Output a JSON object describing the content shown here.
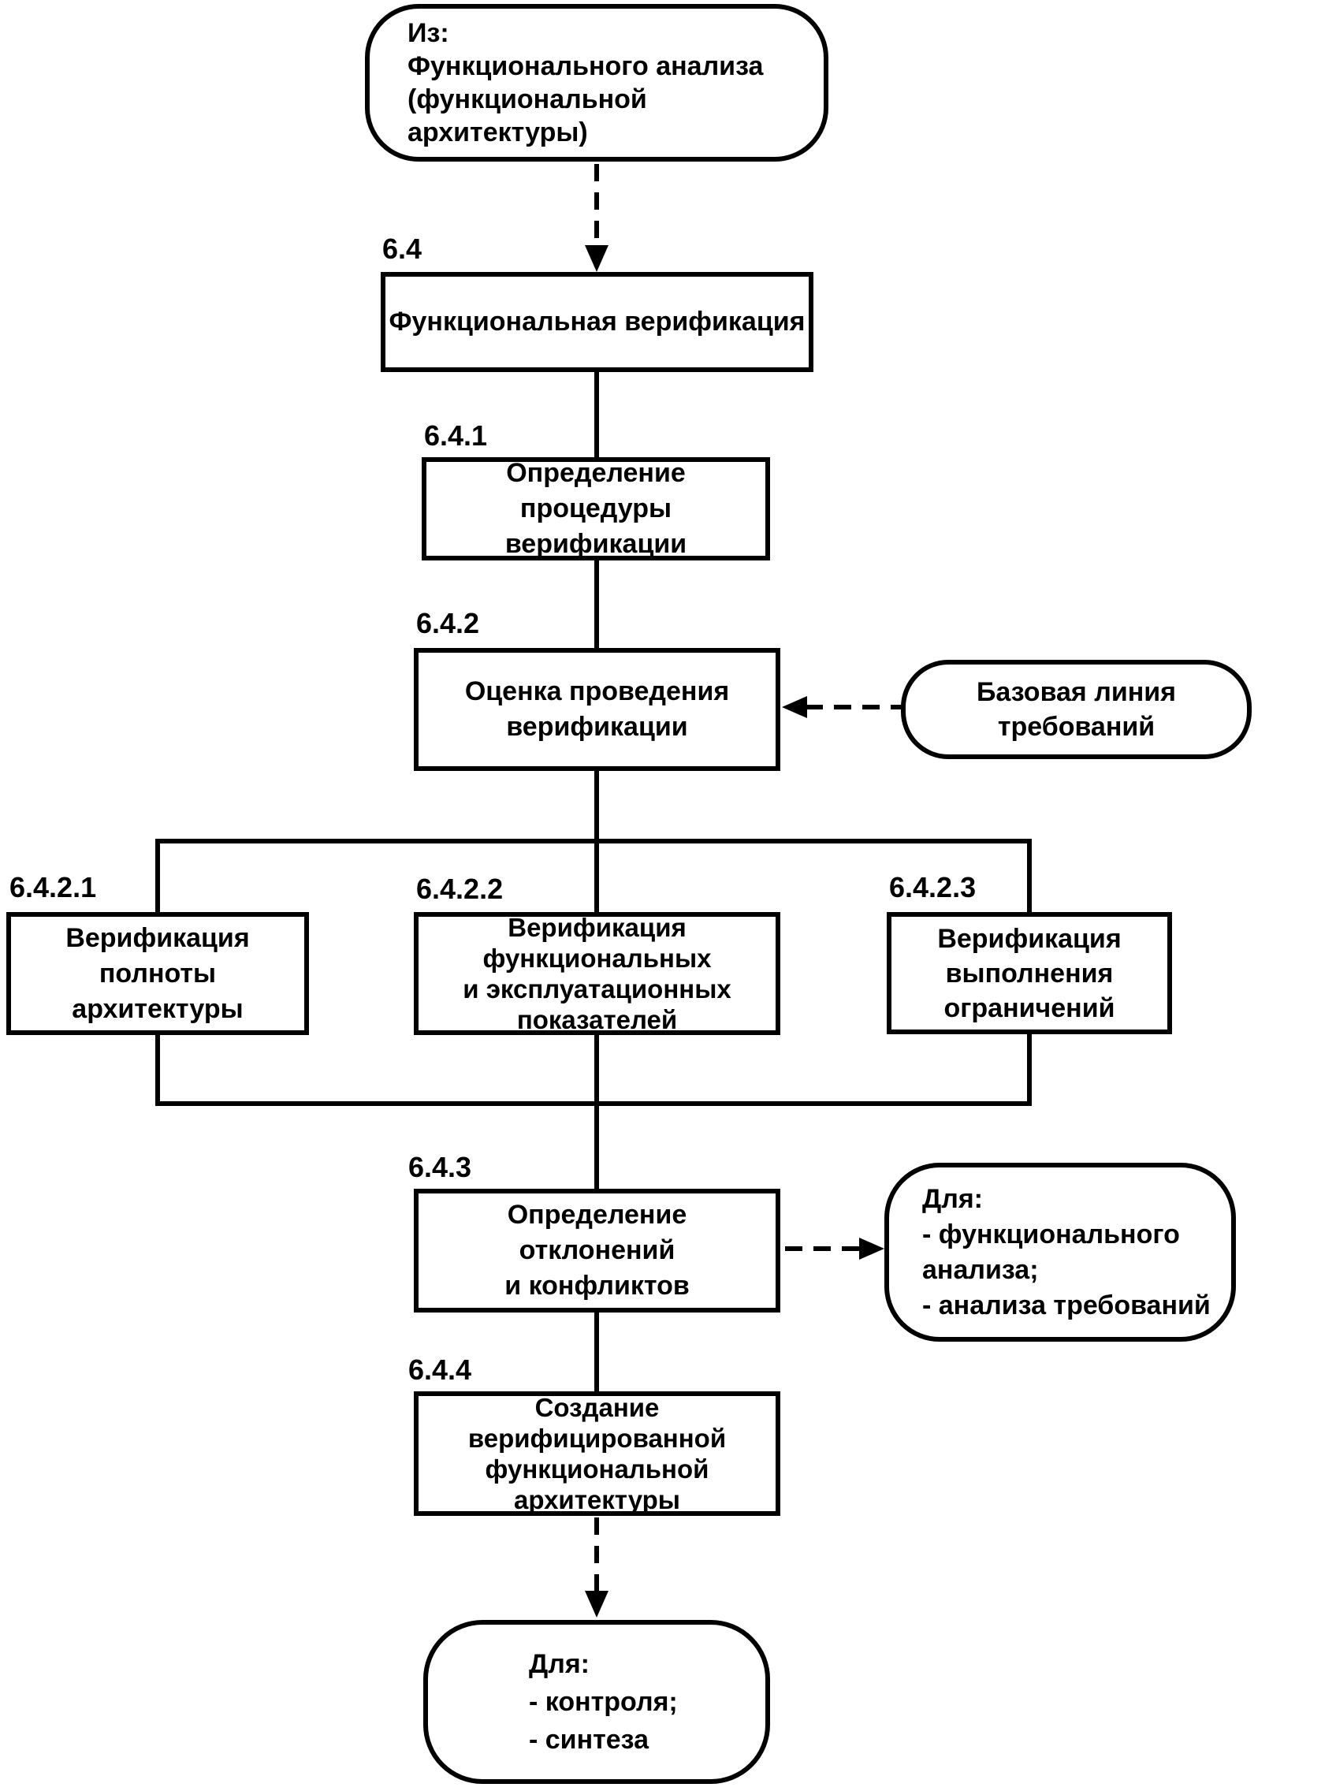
{
  "diagram": {
    "title_semantic": "Functional verification process flowchart (6.4)",
    "colors": {
      "line": "#000000",
      "background": "#ffffff",
      "text": "#000000"
    },
    "source_node": {
      "lines": [
        "Из:",
        "Функционального анализа",
        "(функциональной архитектуры)"
      ]
    },
    "steps": {
      "s64": {
        "code": "6.4",
        "lines": [
          "Функциональная верификация"
        ]
      },
      "s641": {
        "code": "6.4.1",
        "lines": [
          "Определение",
          "процедуры верификации"
        ]
      },
      "s642": {
        "code": "6.4.2",
        "lines": [
          "Оценка проведения",
          "верификации"
        ]
      },
      "s6421": {
        "code": "6.4.2.1",
        "lines": [
          "Верификация полноты",
          "архитектуры"
        ]
      },
      "s6422": {
        "code": "6.4.2.2",
        "lines": [
          "Верификация",
          "функциональных",
          "и эксплуатационных",
          "показателей"
        ]
      },
      "s6423": {
        "code": "6.4.2.3",
        "lines": [
          "Верификация",
          "выполнения",
          "ограничений"
        ]
      },
      "s643": {
        "code": "6.4.3",
        "lines": [
          "Определение",
          "отклонений",
          "и конфликтов"
        ]
      },
      "s644": {
        "code": "6.4.4",
        "lines": [
          "Создание",
          "верифицированной",
          "функциональной",
          "архитектуры"
        ]
      }
    },
    "baseline_node": {
      "lines": [
        "Базовая линия",
        "требований"
      ]
    },
    "to_analysis_node": {
      "lines": [
        "Для:",
        "- функционального анализа;",
        "- анализа требований"
      ]
    },
    "to_control_node": {
      "lines": [
        "Для:",
        "-  контроля;",
        "-  синтеза"
      ]
    }
  }
}
